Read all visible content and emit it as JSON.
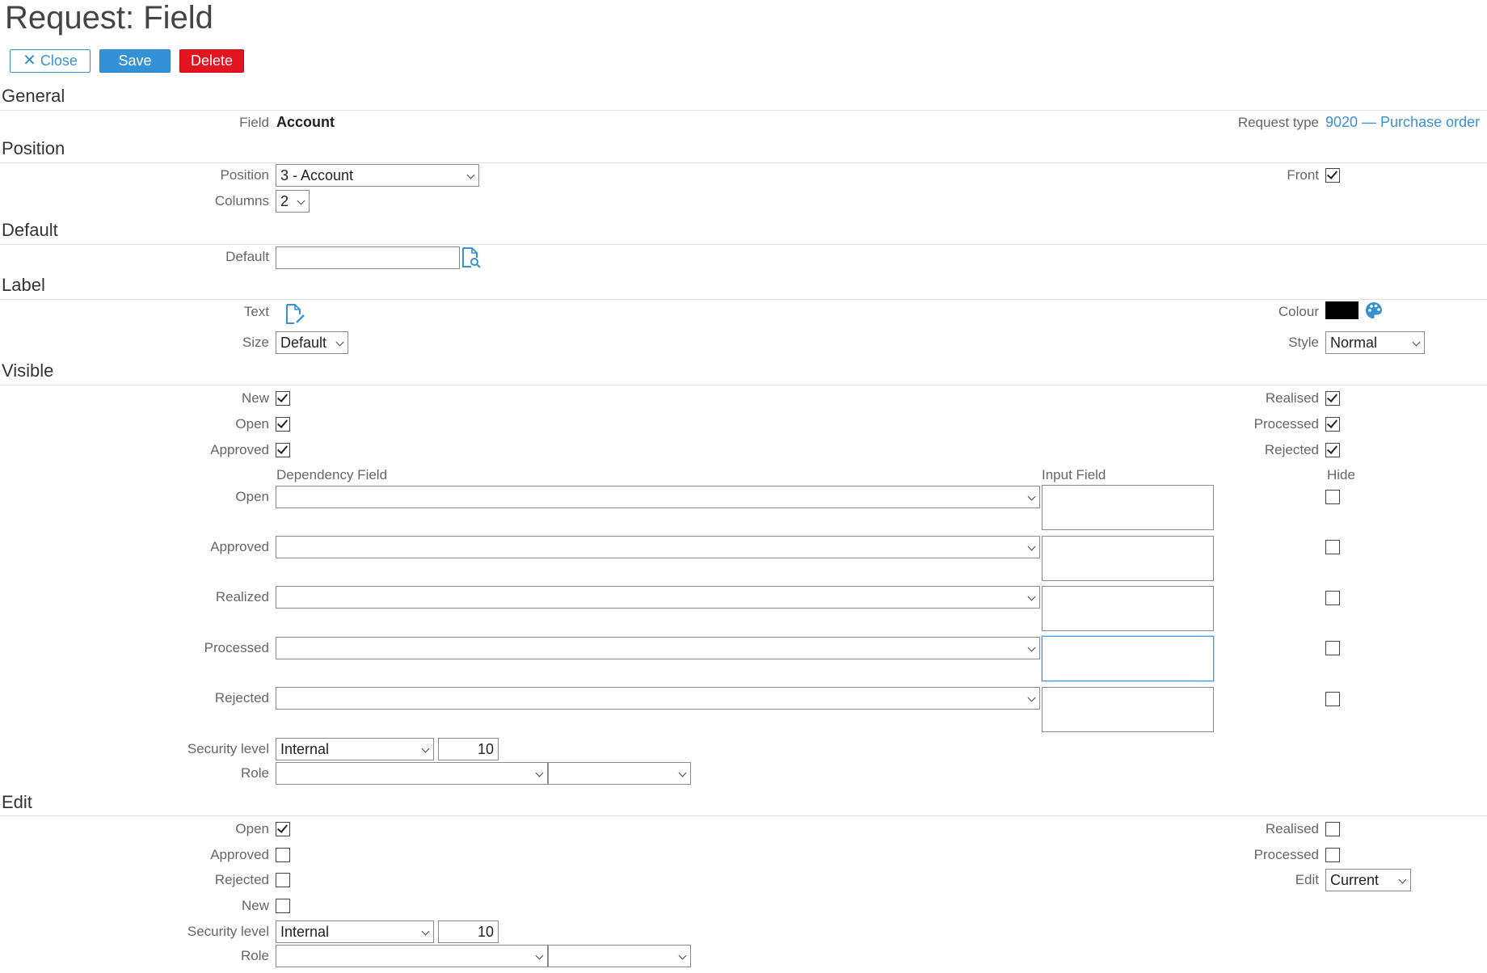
{
  "title": "Request: Field",
  "toolbar": {
    "close_label": "Close",
    "save_label": "Save",
    "delete_label": "Delete"
  },
  "general": {
    "heading": "General",
    "field_label": "Field",
    "field_value": "Account",
    "request_type_label": "Request type",
    "request_type_value": "9020 — Purchase order"
  },
  "position": {
    "heading": "Position",
    "position_label": "Position",
    "position_value": "3 - Account",
    "columns_label": "Columns",
    "columns_value": "2",
    "front_label": "Front",
    "front_checked": true
  },
  "default": {
    "heading": "Default",
    "default_label": "Default",
    "default_value": ""
  },
  "label": {
    "heading": "Label",
    "text_label": "Text",
    "size_label": "Size",
    "size_value": "Default",
    "colour_label": "Colour",
    "colour_value": "#000000",
    "style_label": "Style",
    "style_value": "Normal"
  },
  "visible": {
    "heading": "Visible",
    "left": [
      {
        "label": "New",
        "checked": true
      },
      {
        "label": "Open",
        "checked": true
      },
      {
        "label": "Approved",
        "checked": true
      }
    ],
    "right": [
      {
        "label": "Realised",
        "checked": true
      },
      {
        "label": "Processed",
        "checked": true
      },
      {
        "label": "Rejected",
        "checked": true
      }
    ],
    "dep_header": "Dependency Field",
    "input_header": "Input Field",
    "hide_header": "Hide",
    "deps": [
      {
        "label": "Open",
        "value": "",
        "hide": false
      },
      {
        "label": "Approved",
        "value": "",
        "hide": false
      },
      {
        "label": "Realized",
        "value": "",
        "hide": false
      },
      {
        "label": "Processed",
        "value": "",
        "hide": false
      },
      {
        "label": "Rejected",
        "value": "",
        "hide": false
      }
    ],
    "security_label": "Security level",
    "security_value": "Internal",
    "security_number": "10",
    "role_label": "Role",
    "role_value": "",
    "role_value2": ""
  },
  "edit": {
    "heading": "Edit",
    "left": [
      {
        "label": "Open",
        "checked": true
      },
      {
        "label": "Approved",
        "checked": false
      },
      {
        "label": "Rejected",
        "checked": false
      },
      {
        "label": "New",
        "checked": false
      }
    ],
    "right": [
      {
        "label": "Realised",
        "checked": false
      },
      {
        "label": "Processed",
        "checked": false
      }
    ],
    "edit_label": "Edit",
    "edit_value": "Current",
    "security_label": "Security level",
    "security_value": "Internal",
    "security_number": "10",
    "role_label": "Role",
    "role_value": "",
    "role_value2": ""
  },
  "colors": {
    "accent": "#3491d5",
    "danger": "#e1141f",
    "link": "#3a91d0"
  }
}
